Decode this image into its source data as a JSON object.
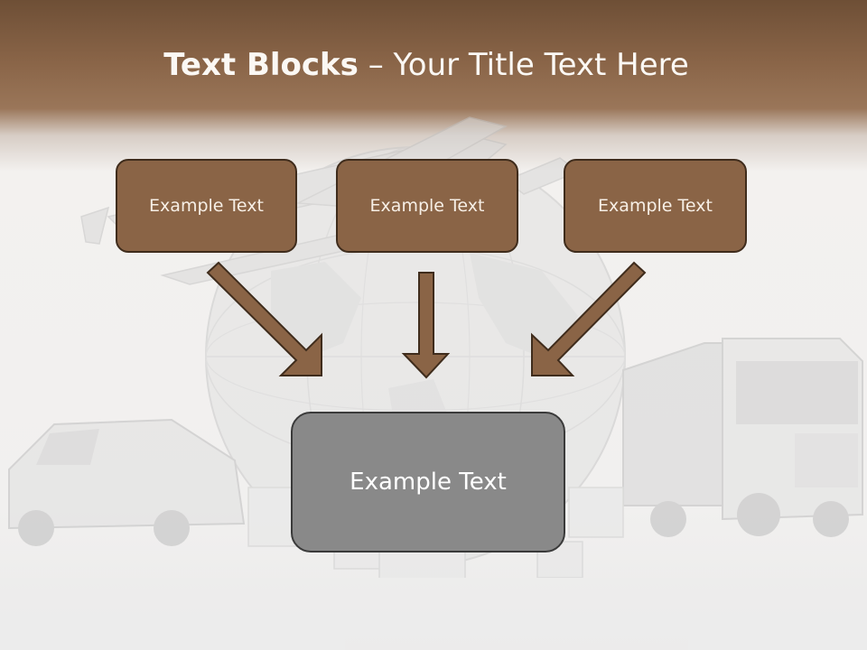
{
  "slide": {
    "title_bold": "Text Blocks",
    "title_dash": " – ",
    "title_rest": "Your Title Text Here"
  },
  "blocks": [
    {
      "text": "Example Text"
    },
    {
      "text": "Example Text"
    },
    {
      "text": "Example Text"
    }
  ],
  "target_block": {
    "text": "Example Text"
  },
  "colors": {
    "header_brown": "#7a5a40",
    "box_brown": "#8a6446",
    "box_gray": "#898989",
    "arrow_brown": "#8a6446"
  },
  "background_image": "logistics-globe-airplane-van-truck"
}
